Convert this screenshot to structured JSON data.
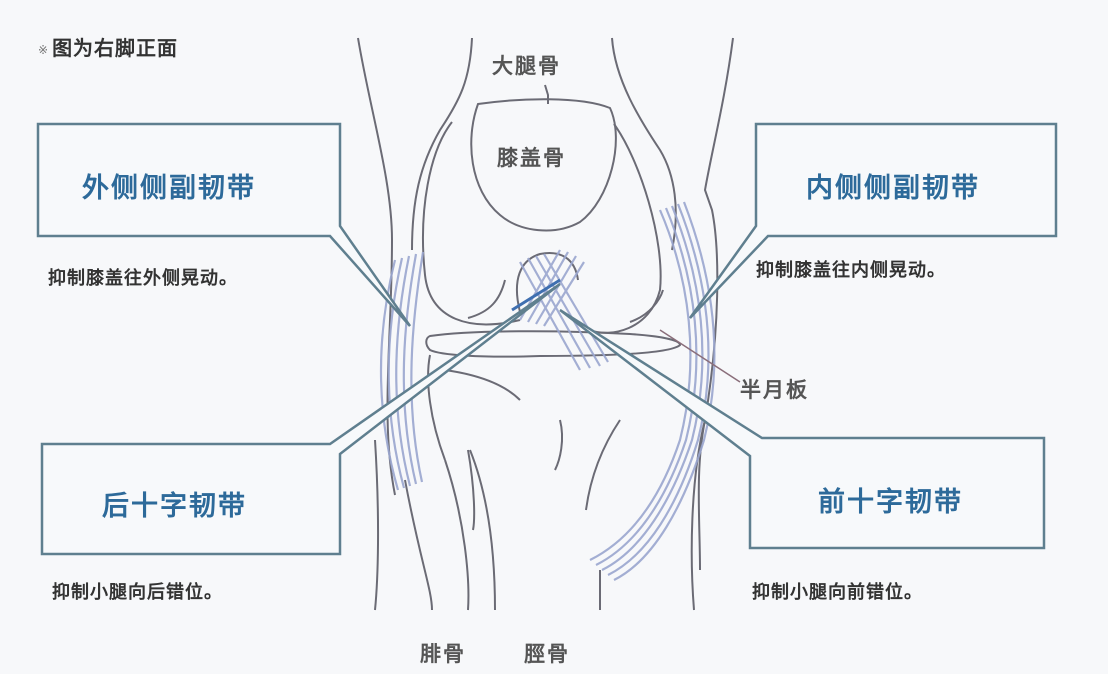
{
  "note": {
    "mark": "※",
    "text": "图为右脚正面"
  },
  "bones": {
    "femur": "大腿骨",
    "patella": "膝盖骨",
    "fibula": "腓骨",
    "tibia": "脛骨",
    "meniscus": "半月板"
  },
  "ligaments": [
    {
      "name": "外侧侧副韧带",
      "desc": "抑制膝盖往外侧晃动。",
      "position": "top-left"
    },
    {
      "name": "内侧侧副韧带",
      "desc": "抑制膝盖往内侧晃动。",
      "position": "top-right"
    },
    {
      "name": "后十字韧带",
      "desc": "抑制小腿向后错位。",
      "position": "bottom-left"
    },
    {
      "name": "前十字韧带",
      "desc": "抑制小腿向前错位。",
      "position": "bottom-right"
    }
  ],
  "colors": {
    "background": "#f7f8fa",
    "box_border": "#5f7f8f",
    "title_blue": "#2d6a9a",
    "ligament": "#9aa6cf",
    "bone_outline": "#6b6b75"
  }
}
